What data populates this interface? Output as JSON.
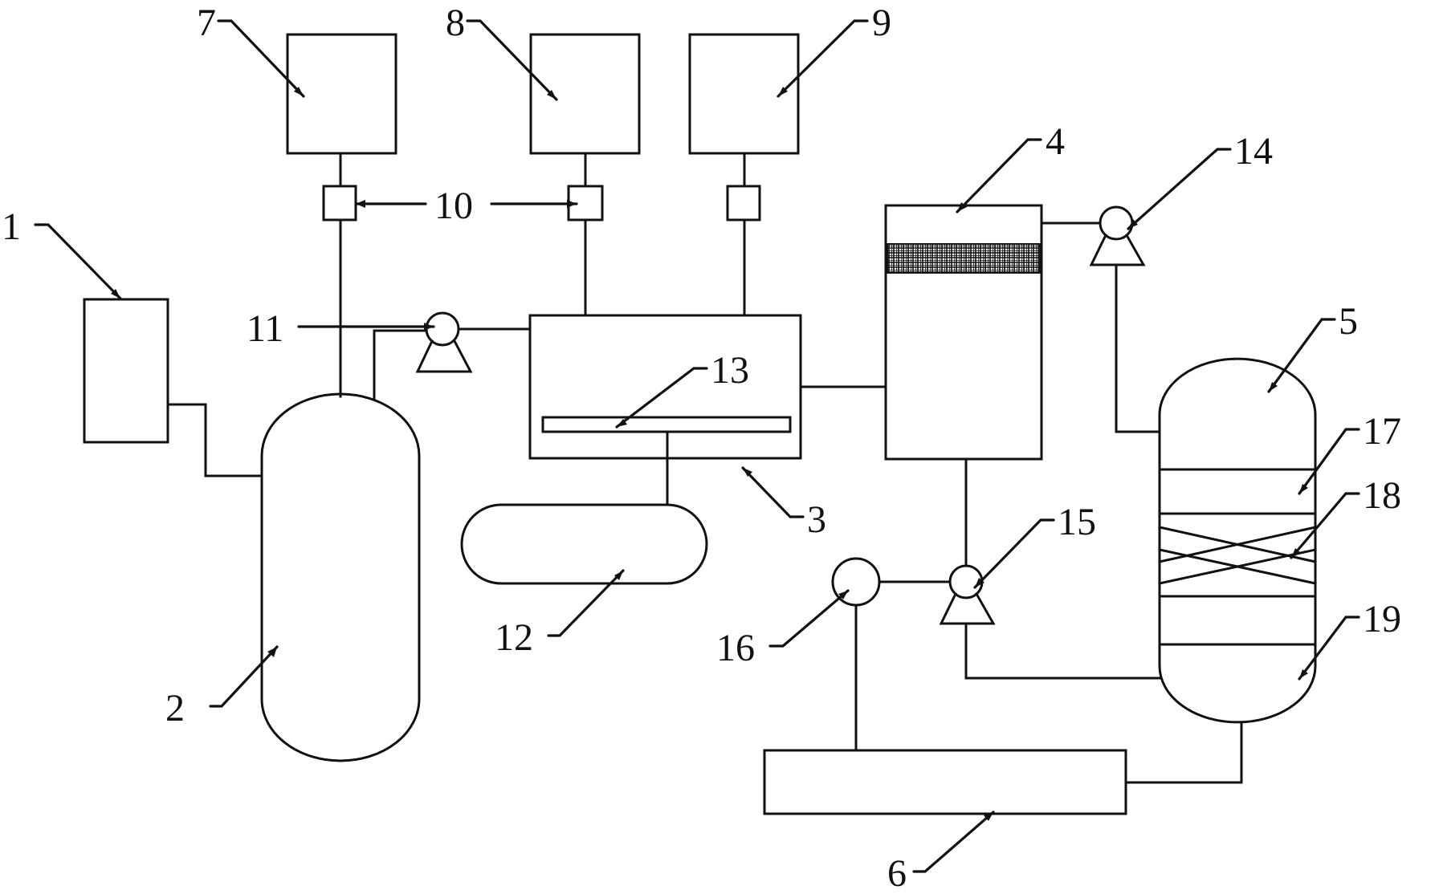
{
  "labels": {
    "l1": "1",
    "l2": "2",
    "l3": "3",
    "l4": "4",
    "l5": "5",
    "l6": "6",
    "l7": "7",
    "l8": "8",
    "l9": "9",
    "l10": "10",
    "l11": "11",
    "l12": "12",
    "l13": "13",
    "l14": "14",
    "l15": "15",
    "l16": "16",
    "l17": "17",
    "l18": "18",
    "l19": "19"
  },
  "colors": {
    "line": "#111111",
    "background": "#ffffff"
  }
}
